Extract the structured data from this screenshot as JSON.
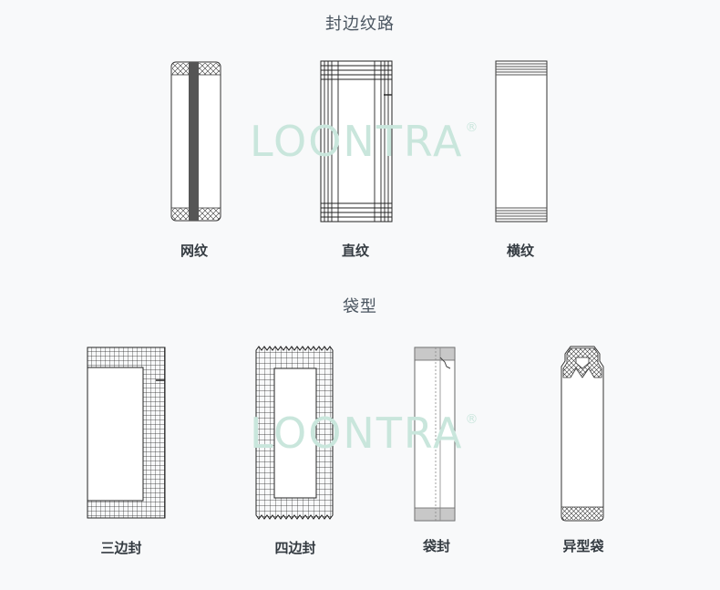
{
  "section1": {
    "title": "封边纹路",
    "items": [
      {
        "label": "网纹"
      },
      {
        "label": "直纹"
      },
      {
        "label": "横纹"
      }
    ]
  },
  "section2": {
    "title": "袋型",
    "items": [
      {
        "label": "三边封"
      },
      {
        "label": "四边封"
      },
      {
        "label": "袋封"
      },
      {
        "label": "异型袋"
      }
    ]
  },
  "watermark": {
    "brand": "LOONTRA",
    "registered": "®"
  }
}
